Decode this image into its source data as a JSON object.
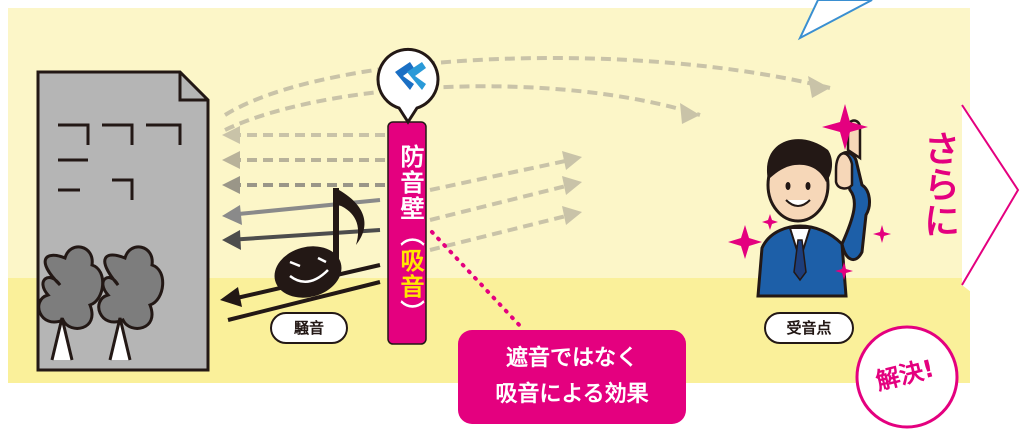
{
  "noise_label": "騒音",
  "receiver_label": "受音点",
  "wall": {
    "text_top": "防音壁",
    "text_paren_open": "（",
    "text_highlight": "吸音",
    "text_paren_close": "）"
  },
  "effect_box": {
    "line1": "遮音ではなく",
    "line2": "吸音による効果"
  },
  "more_label": "さらに",
  "solved_label": "解決!",
  "colors": {
    "background_band": "#fcf6c8",
    "ground_band": "#faf09a",
    "accent_magenta": "#e4007f",
    "highlight_yellow": "#ffe600",
    "building_gray": "#b5b5b5",
    "logo_blue": "#1a6fc4"
  },
  "icons": [
    "music-note-icon",
    "sparkle-icon",
    "company-logo-icon",
    "tree-icon",
    "building-icon",
    "person-thumbs-up-icon"
  ]
}
